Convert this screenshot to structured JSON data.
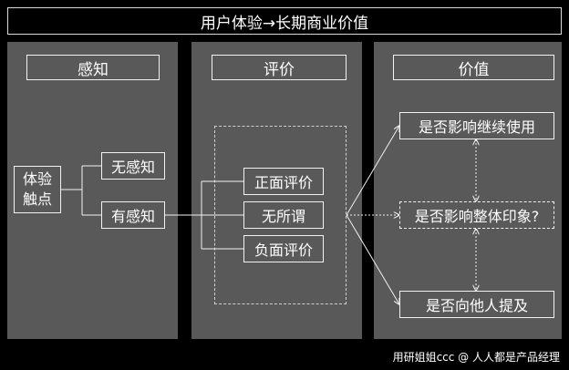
{
  "title": "用户体验→长期商业价值",
  "columns": {
    "perception": {
      "header": "感知",
      "touchpoint": [
        "体验",
        "触点"
      ],
      "no_perception": "无感知",
      "has_perception": "有感知"
    },
    "evaluation": {
      "header": "评价",
      "positive": "正面评价",
      "neutral": "无所谓",
      "negative": "负面评价"
    },
    "value": {
      "header": "价值",
      "continue_use": "是否影响继续使用",
      "overall_impression": "是否影响整体印象?",
      "recommend": "是否向他人提及"
    }
  },
  "footer": "用研姐姐ccc @ 人人都是产品经理",
  "colors": {
    "background": "#000000",
    "panel": "#595959",
    "border": "#f2f2f2",
    "text": "#ffffff"
  }
}
